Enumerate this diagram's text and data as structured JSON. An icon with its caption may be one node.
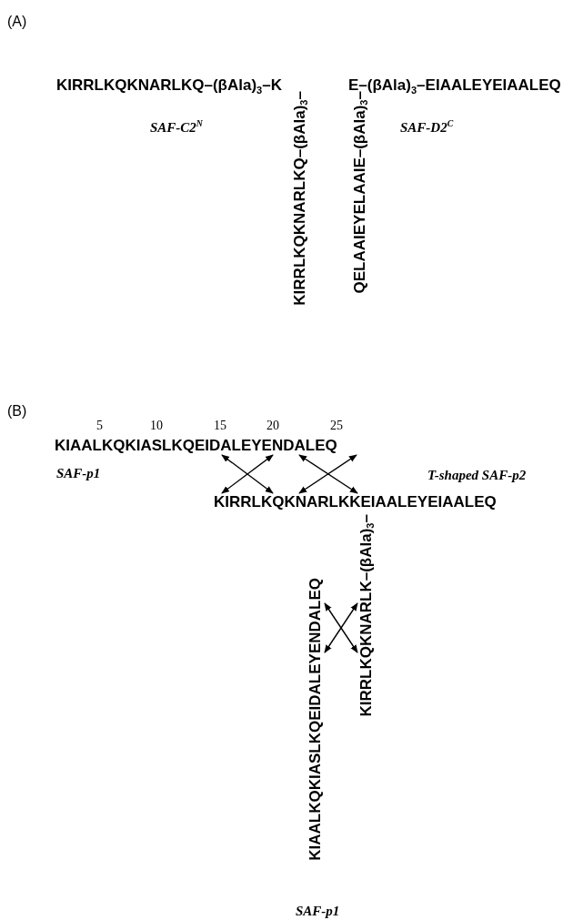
{
  "diagram": {
    "nodes": [
      {
        "text": [
          "KIAALKQKIASLKQEIDALEYENDALEQ"
        ]
      },
      {
        "text": [
          "KIRRLKQKNARLKKEIAALEYEIAALEQ"
        ]
      },
      {
        "text": [
          "KIRRLKQKNARLK–(βAla)$_{3}$–"
        ]
      },
      {
        "text": [
          "KIAALKQKIASLKQEIDALEYENDALEQ"
        ]
      }
    ],
    "edges": [
      {
        "from": 0,
        "to": 1,
        "arrow": "both"
      },
      {
        "from": 0,
        "to": 1,
        "arrow": "both"
      },
      {
        "from": 0,
        "to": 1,
        "arrow": "both"
      },
      {
        "from": 0,
        "to": 1,
        "arrow": "both"
      },
      {
        "from": 3,
        "to": 2,
        "arrow": "both"
      },
      {
        "from": 3,
        "to": 2,
        "arrow": "both"
      }
    ],
    "labels": [
      "(A)",
      "KIRRLKQKNARLKQ–(βAla)$_{3}$–K",
      "E–(βAla)$_{3}$–EIAALEYEIAALEQ",
      "SAF-C2$^{N}$",
      "SAF-D2$^{C}$",
      "KIRRLKQKNARLKQ–(βAla)$_{3}$–",
      "QELAAIEYELAAIE–(βAla)$_{3}$–",
      "(B)",
      "5",
      "10",
      "15",
      "20",
      "25",
      "SAF-p1",
      "T-shaped SAF-p2",
      "SAF-p1"
    ]
  }
}
